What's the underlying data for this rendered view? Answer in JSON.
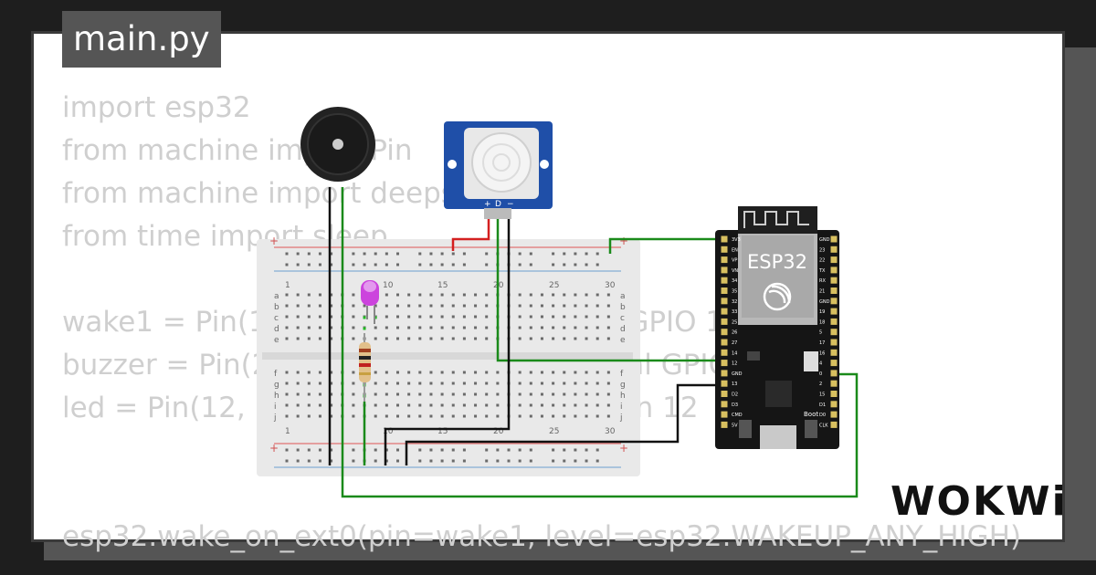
{
  "file_tab": {
    "label": "main.py"
  },
  "code_lines": [
    "import esp32",
    "from machine import Pin",
    "from machine import deepsleep",
    "from time import sleep",
    "",
    "wake1 = Pin(14, Pin.IN)  # conectado al GPIO 14",
    "buzzer = Pin(27, Pin.OUT)  # conectado al GPIO 27",
    "led = Pin(12, Pin.OUT)  # conectado al pin 12",
    "",
    "esp32.wake_on_ext0(pin=wake1, level=esp32.WAKEUP_ANY_HIGH)"
  ],
  "breadboard": {
    "row_letters_top": [
      "a",
      "b",
      "c",
      "d",
      "e"
    ],
    "row_letters_bottom": [
      "f",
      "g",
      "h",
      "i",
      "j"
    ],
    "column_numbers": [
      "1",
      "10",
      "15",
      "20",
      "25",
      "30"
    ],
    "rail_plus": "+",
    "colors": {
      "body": "#e9e9e9",
      "red_line": "#e05555",
      "blue_line": "#6aa0d0"
    }
  },
  "pir_sensor": {
    "pin_labels": [
      "+",
      "D",
      "−"
    ],
    "color": "#1f4fa8"
  },
  "esp32_board": {
    "chip_label": "ESP32",
    "boot_label": "Boot",
    "left_pins": [
      "3V3",
      "EN",
      "VP",
      "VN",
      "34",
      "35",
      "32",
      "33",
      "25",
      "26",
      "27",
      "14",
      "12",
      "GND",
      "13",
      "D2",
      "D3",
      "CMD",
      "5V"
    ],
    "right_pins": [
      "GND",
      "23",
      "22",
      "TX",
      "RX",
      "21",
      "GND",
      "19",
      "18",
      "5",
      "17",
      "16",
      "4",
      "0",
      "2",
      "15",
      "D1",
      "D0",
      "CLK"
    ]
  },
  "wire_colors": {
    "green": "#1a8a1a",
    "black": "#111111",
    "red": "#d42020"
  },
  "brand": {
    "logo_text": "WOKWi"
  }
}
